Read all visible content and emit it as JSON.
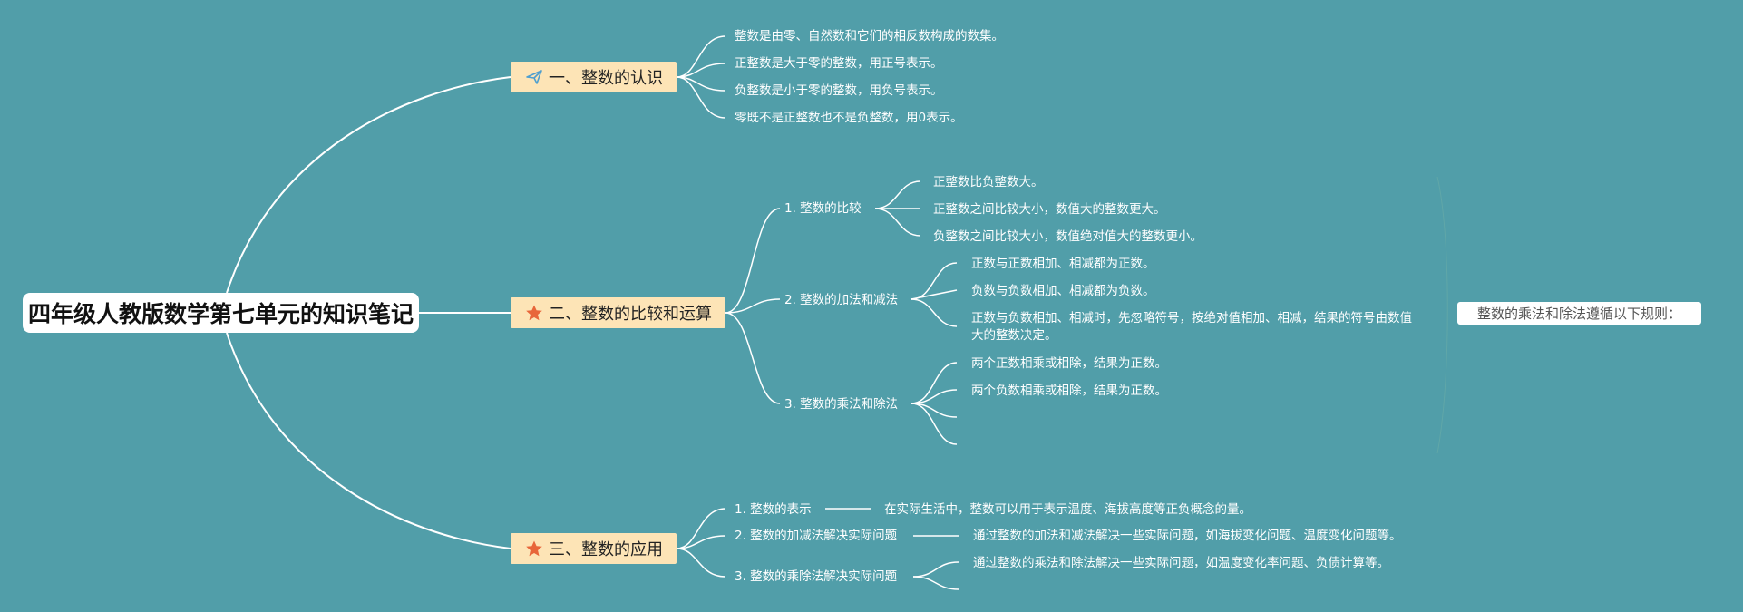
{
  "root": {
    "title": "四年级人教版数学第七单元的知识笔记"
  },
  "topics": [
    {
      "label": "一、整数的认识",
      "icon": "paper-plane-icon",
      "items": [
        "整数是由零、自然数和它们的相反数构成的数集。",
        "正整数是大于零的整数，用正号表示。",
        "负整数是小于零的整数，用负号表示。",
        "零既不是正整数也不是负整数，用0表示。"
      ]
    },
    {
      "label": "二、整数的比较和运算",
      "icon": "star-icon",
      "subtopics": [
        {
          "label": "1. 整数的比较",
          "items": [
            "正整数比负整数大。",
            "正整数之间比较大小，数值大的整数更大。",
            "负整数之间比较大小，数值绝对值大的整数更小。"
          ]
        },
        {
          "label": "2. 整数的加法和减法",
          "items": [
            "正数与正数相加、相减都为正数。",
            "负数与负数相加、相减都为负数。",
            "正数与负数相加、相减时，先忽略符号，按绝对值相加、相减，结果的符号由数值大的整数决定。"
          ]
        },
        {
          "label": "3. 整数的乘法和除法",
          "items": [
            "两个正数相乘或相除，结果为正数。",
            "两个负数相乘或相除，结果为正数。"
          ]
        }
      ]
    },
    {
      "label": "三、整数的应用",
      "icon": "star-icon",
      "subtopics": [
        {
          "label": "1. 整数的表示",
          "items": [
            "在实际生活中，整数可以用于表示温度、海拔高度等正负概念的量。"
          ]
        },
        {
          "label": "2. 整数的加减法解决实际问题",
          "items": [
            "通过整数的加法和减法解决一些实际问题，如海拔变化问题、温度变化问题等。"
          ]
        },
        {
          "label": "3. 整数的乘除法解决实际问题",
          "items": [
            "通过整数的乘法和除法解决一些实际问题，如温度变化率问题、负债计算等。"
          ]
        }
      ]
    }
  ],
  "note": "整数的乘法和除法遵循以下规则：",
  "colors": {
    "background": "#519ea9",
    "topic_fill": "#fde4b6",
    "icon_blue": "#4f9fcf",
    "icon_orange": "#e8663a",
    "line": "#ffffff"
  }
}
